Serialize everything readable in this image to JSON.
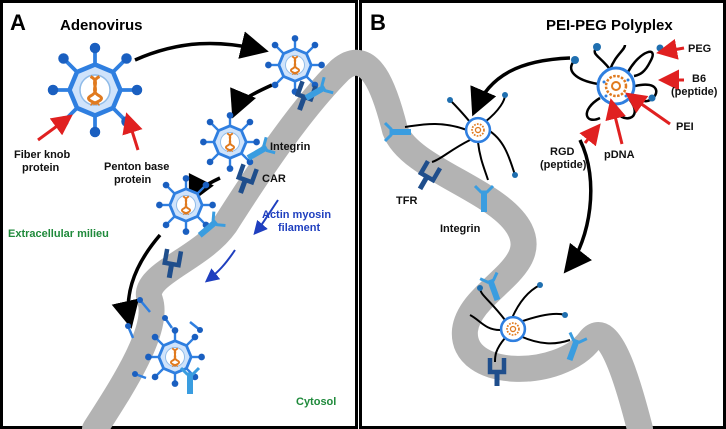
{
  "panels": {
    "a": {
      "letter": "A",
      "title": "Adenovirus",
      "labels": {
        "fiber_knob": [
          "Fiber knob",
          "protein"
        ],
        "penton_base": [
          "Penton base",
          "protein"
        ],
        "integrin": "Integrin",
        "car": "CAR",
        "actin": [
          "Actin myosin",
          "filament"
        ],
        "extracellular": "Extracellular milieu",
        "cytosol": "Cytosol"
      }
    },
    "b": {
      "letter": "B",
      "title": "PEI-PEG Polyplex",
      "labels": {
        "peg": "PEG",
        "b6": [
          "B6",
          "(peptide)"
        ],
        "pei": "PEI",
        "pdna": "pDNA",
        "rgd": [
          "RGD",
          "(peptide)"
        ],
        "tfr": "TFR",
        "integrin": "Integrin"
      }
    }
  },
  "colors": {
    "membrane": "#b3b3b3",
    "virus_blue": "#2f7fe0",
    "receptor_dark": "#1f4e8c",
    "receptor_light": "#3a9de0",
    "dna": "#e07a1f",
    "red_arrow": "#e02020",
    "blue_arrow": "#1f3fbf",
    "green_text": "#1f8a3b"
  }
}
